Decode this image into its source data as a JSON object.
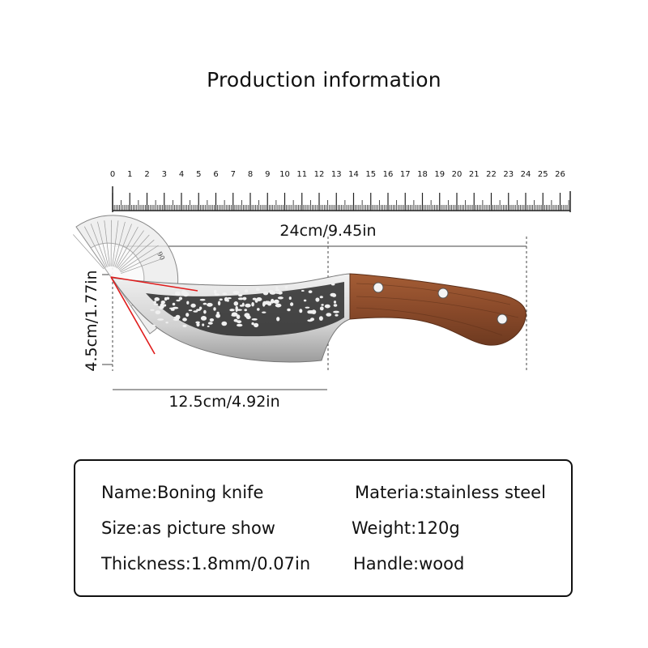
{
  "title": "Production information",
  "ruler": {
    "ticks": [
      "0",
      "1",
      "2",
      "3",
      "4",
      "5",
      "6",
      "7",
      "8",
      "9",
      "10",
      "11",
      "12",
      "13",
      "14",
      "15",
      "16",
      "17",
      "18",
      "19",
      "20",
      "21",
      "22",
      "23",
      "24",
      "25",
      "26"
    ]
  },
  "dimensions": {
    "total_length": "24cm/9.45in",
    "blade_length": "12.5cm/4.92in",
    "height": "4.5cm/1.77in",
    "protractor_mark": "90"
  },
  "specs": {
    "name": "Name:Boning knife",
    "material": "Materia:stainless steel",
    "size": "Size:as picture show",
    "weight": "Weight:120g",
    "thickness": "Thickness:1.8mm/0.07in",
    "handle": "Handle:wood"
  },
  "colors": {
    "handle_wood": "#8a4a2a",
    "blade_steel": "#d9d9d9",
    "angle_line": "#e01b1b"
  }
}
